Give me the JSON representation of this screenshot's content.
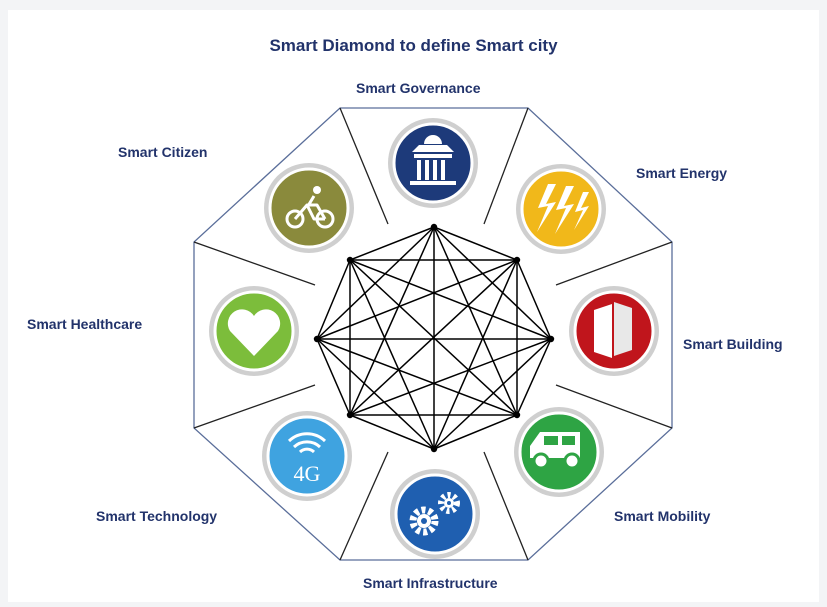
{
  "title": "Smart Diamond to define Smart city",
  "labels": {
    "governance": "Smart Governance",
    "energy": "Smart Energy",
    "building": "Smart Building",
    "mobility": "Smart Mobility",
    "infrastructure": "Smart Infrastructure",
    "technology": "Smart Technology",
    "healthcare": "Smart Healthcare",
    "citizen": "Smart Citizen"
  },
  "icons": {
    "governance": {
      "name": "government-building-icon",
      "color": "#1d3a7a"
    },
    "energy": {
      "name": "lightning-icon",
      "color": "#f1b81a"
    },
    "building": {
      "name": "building-icon",
      "color": "#c0151c"
    },
    "mobility": {
      "name": "car-icon",
      "color": "#2ea444"
    },
    "infrastructure": {
      "name": "gears-icon",
      "color": "#1f5fb0"
    },
    "technology": {
      "name": "wifi-4g-icon",
      "color": "#3fa3e0",
      "text": "4G"
    },
    "healthcare": {
      "name": "heart-icon",
      "color": "#7cbd3b"
    },
    "citizen": {
      "name": "cyclist-icon",
      "color": "#8a8a3c"
    }
  },
  "colors": {
    "title": "#22336b",
    "octagon_line": "#5a6e9a",
    "mesh_line": "#000000"
  }
}
